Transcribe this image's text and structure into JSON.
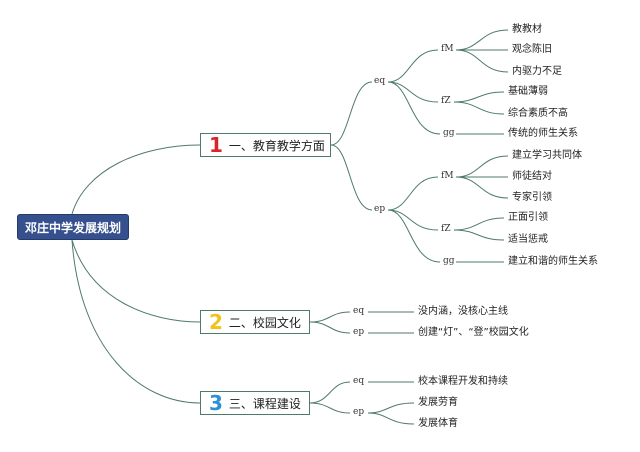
{
  "root": {
    "title": "邓庄中学发展规划"
  },
  "branches": [
    {
      "number": "1",
      "number_color": "#d8262d",
      "label": "一、教育教学方面",
      "groups": [
        {
          "key": "eq",
          "subgroups": [
            {
              "key": "fM",
              "items": [
                "教教材",
                "观念陈旧",
                "内驱力不足"
              ]
            },
            {
              "key": "fZ",
              "items": [
                "基础薄弱",
                "综合素质不高"
              ]
            },
            {
              "key": "gg",
              "items": [
                "传统的师生关系"
              ]
            }
          ]
        },
        {
          "key": "ep",
          "subgroups": [
            {
              "key": "fM",
              "items": [
                "建立学习共同体",
                "师徒结对",
                "专家引领"
              ]
            },
            {
              "key": "fZ",
              "items": [
                "正面引领",
                "适当惩戒"
              ]
            },
            {
              "key": "gg",
              "items": [
                "建立和谐的师生关系"
              ]
            }
          ]
        }
      ]
    },
    {
      "number": "2",
      "number_color": "#f2c21b",
      "label": "二、校园文化",
      "groups": [
        {
          "key": "eq",
          "items": [
            "没内涵，没核心主线"
          ]
        },
        {
          "key": "ep",
          "items": [
            "创建“灯”、“登”校园文化"
          ]
        }
      ]
    },
    {
      "number": "3",
      "number_color": "#2f8fd6",
      "label": "三、课程建设",
      "groups": [
        {
          "key": "eq",
          "items": [
            "校本课程开发和持续"
          ]
        },
        {
          "key": "ep",
          "items": [
            "发展劳育",
            "发展体育"
          ]
        }
      ]
    }
  ],
  "colors": {
    "line": "#4f7a6a",
    "root_bg": "#35508c"
  }
}
